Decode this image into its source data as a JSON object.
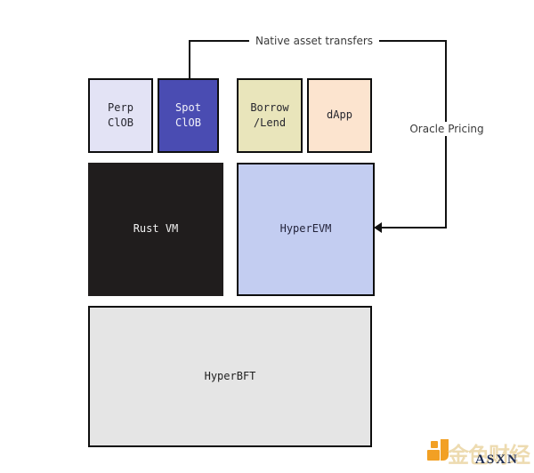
{
  "diagram": {
    "connector_labels": {
      "native_asset_transfers": "Native asset transfers",
      "oracle_pricing": "Oracle Pricing"
    },
    "boxes": {
      "perp_clob": {
        "label": "Perp\nClOB",
        "bg": "#e3e3f5",
        "fg": "#26262e"
      },
      "spot_clob": {
        "label": "Spot\nClOB",
        "bg": "#4a4cb2",
        "fg": "#f2f2fa"
      },
      "borrow_lend": {
        "label": "Borrow\n/Lend",
        "bg": "#e9e5bb",
        "fg": "#26262e"
      },
      "dapp": {
        "label": "dApp",
        "bg": "#fce4cf",
        "fg": "#26262e"
      },
      "rust_vm": {
        "label": "Rust VM",
        "bg": "#201d1d",
        "fg": "#f2f2f2"
      },
      "hyperevm": {
        "label": "HyperEVM",
        "bg": "#c3cdf1",
        "fg": "#23233a"
      },
      "hyperbft": {
        "label": "HyperBFT",
        "bg": "#e5e5e5",
        "fg": "#1f1f1f"
      }
    },
    "line_color": "#111111"
  },
  "watermark": {
    "brand_cn": "金色财经",
    "brand_en": "ASXN",
    "logo_color": "#f2a024",
    "cn_color": "#e8cf96",
    "en_color": "#1c2b52"
  }
}
